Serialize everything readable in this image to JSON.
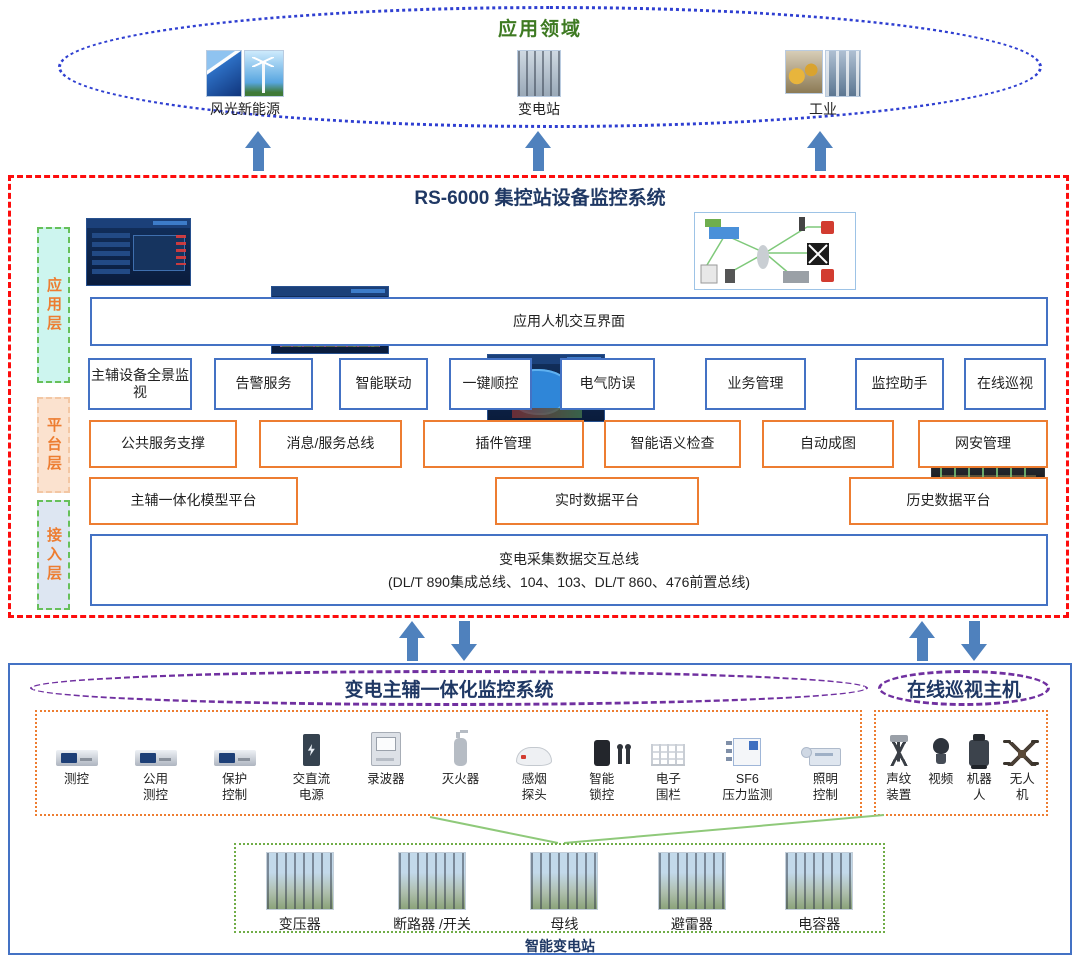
{
  "colors": {
    "accent_blue": "#4472c4",
    "accent_orange": "#ed7d31",
    "red_dashed_border": "#fd0d0d",
    "purple_dashed": "#7030a0",
    "green_dotted": "#70ad47",
    "green_connector": "#8fc97a",
    "navy_title": "#1f3864",
    "green_title": "#3e7a22",
    "arrow_blue": "#4f81bd",
    "layer_label_orange": "#ed7d31",
    "layer_app_bg": "#cdf5ef",
    "layer_platform_bg": "#fbe2cf",
    "layer_access_bg": "#dde6f2"
  },
  "top": {
    "title": "应用领域",
    "items": [
      {
        "label": "风光新能源",
        "icon": "wind-solar-photo"
      },
      {
        "label": "变电站",
        "icon": "substation-photo"
      },
      {
        "label": "工业",
        "icon": "industry-photo"
      }
    ]
  },
  "rs6000": {
    "title": "RS-6000 集控站设备监控系统",
    "layers": [
      {
        "label": "应用层"
      },
      {
        "label": "平台层"
      },
      {
        "label": "接入层"
      }
    ],
    "screenshots": [
      {
        "name": "monitoring-dashboard-screenshot"
      },
      {
        "name": "electrical-schematic-screenshot"
      },
      {
        "name": "map-dashboard-screenshot"
      },
      {
        "name": "linkage-topology-screenshot"
      },
      {
        "name": "cabinet-equipment-photo"
      }
    ],
    "hmi_bar": "应用人机交互界面",
    "app_boxes": [
      "主辅设备全景监视",
      "告警服务",
      "智能联动",
      "一键顺控",
      "电气防误",
      "业务管理",
      "监控助手",
      "在线巡视"
    ],
    "platform_row1": [
      "公共服务支撑",
      "消息/服务总线",
      "插件管理",
      "智能语义检查",
      "自动成图",
      "网安管理"
    ],
    "platform_row2": [
      "主辅一体化模型平台",
      "实时数据平台",
      "历史数据平台"
    ],
    "access_bus": {
      "line1": "变电采集数据交互总线",
      "line2": "(DL/T 890集成总线、104、103、DL/T 860、476前置总线)"
    }
  },
  "bottom": {
    "left_title": "变电主辅一体化监控系统",
    "right_title": "在线巡视主机",
    "devices": [
      {
        "label": "测控",
        "icon": "measure-control-device-icon"
      },
      {
        "label": "公用\n测控",
        "icon": "common-measure-control-device-icon"
      },
      {
        "label": "保护\n控制",
        "icon": "protection-control-device-icon"
      },
      {
        "label": "交直流\n电源",
        "icon": "ac-dc-power-icon"
      },
      {
        "label": "录波器",
        "icon": "fault-recorder-icon"
      },
      {
        "label": "灭火器",
        "icon": "fire-extinguisher-icon"
      },
      {
        "label": "感烟\n探头",
        "icon": "smoke-detector-icon"
      },
      {
        "label": "智能\n锁控",
        "icon": "smart-lock-icon"
      },
      {
        "label": "电子\n围栏",
        "icon": "electronic-fence-icon"
      },
      {
        "label": "SF6\n压力监测",
        "icon": "sf6-pressure-monitor-icon"
      },
      {
        "label": "照明\n控制",
        "icon": "lighting-control-icon"
      }
    ],
    "patrol_devices": [
      {
        "label": "声纹\n装置",
        "icon": "acoustic-device-icon"
      },
      {
        "label": "视频",
        "icon": "video-camera-icon"
      },
      {
        "label": "机器\n人",
        "icon": "robot-icon"
      },
      {
        "label": "无人\n机",
        "icon": "drone-icon"
      }
    ],
    "substation": {
      "photos": [
        {
          "label": "变压器"
        },
        {
          "label": "断路器 /开关"
        },
        {
          "label": "母线"
        },
        {
          "label": "避雷器"
        },
        {
          "label": "电容器"
        }
      ],
      "label": "智能变电站"
    }
  }
}
